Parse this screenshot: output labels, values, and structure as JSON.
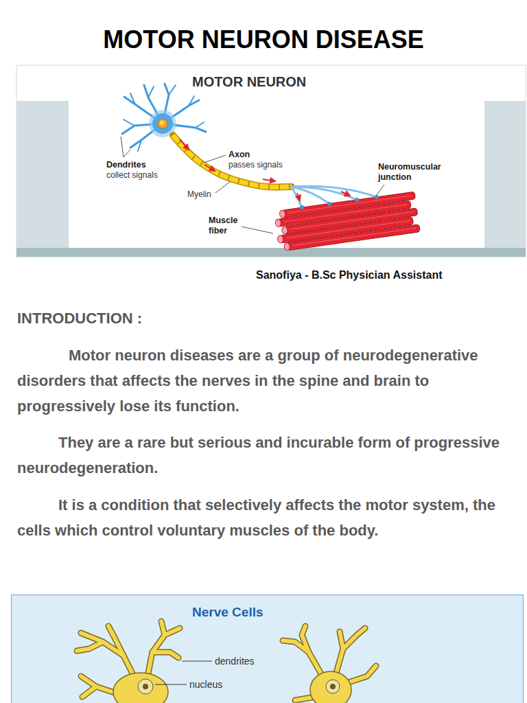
{
  "diagram": {
    "title": "MOTOR NEURON DISEASE",
    "nodes": [
      {
        "text": [
          "MOTOR NEURON"
        ]
      },
      {
        "text": [
          "Nerve Cells"
        ]
      }
    ],
    "labels": [
      "Dendrites",
      "collect signals",
      "Axon",
      "passes signals",
      "Neuromuscular junction",
      "Myelin",
      "Muscle fiber",
      "Sanofiya - B.Sc Physician Assistant",
      "INTRODUCTION :",
      "Motor neuron diseases are a group of neurodegenerative disorders that affects the nerves in the spine and brain to progressively lose its function.",
      "They are a rare but serious and incurable form of progressive neurodegeneration.",
      "It is a condition that selectively affects the motor system, the cells which control voluntary muscles of the body.",
      "dendrites",
      "nucleus"
    ]
  }
}
